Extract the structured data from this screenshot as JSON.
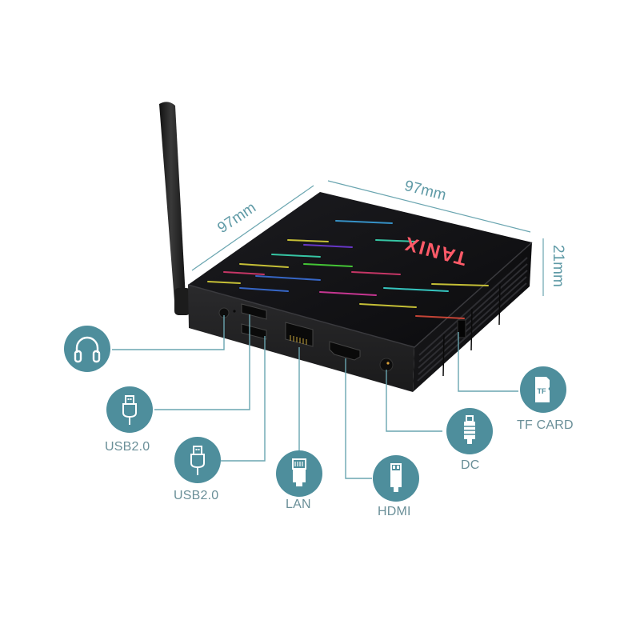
{
  "product": {
    "brand_logo": "TANIX",
    "accent_color": "#4e8e9c",
    "label_color": "#6a8f98",
    "logo_color": "#ff4a5a"
  },
  "dimensions": {
    "depth": "97mm",
    "width": "97mm",
    "height": "21mm"
  },
  "ports": [
    {
      "id": "audio",
      "icon": "headphones-icon",
      "label": ""
    },
    {
      "id": "usb1",
      "icon": "usb-icon",
      "label": "USB2.0"
    },
    {
      "id": "usb2",
      "icon": "usb-icon",
      "label": "USB2.0"
    },
    {
      "id": "lan",
      "icon": "ethernet-icon",
      "label": "LAN"
    },
    {
      "id": "hdmi",
      "icon": "hdmi-icon",
      "label": "HDMI"
    },
    {
      "id": "dc",
      "icon": "dc-power-icon",
      "label": "DC"
    },
    {
      "id": "tf",
      "icon": "tf-card-icon",
      "label": "TF CARD",
      "icon_text": "TF"
    }
  ]
}
